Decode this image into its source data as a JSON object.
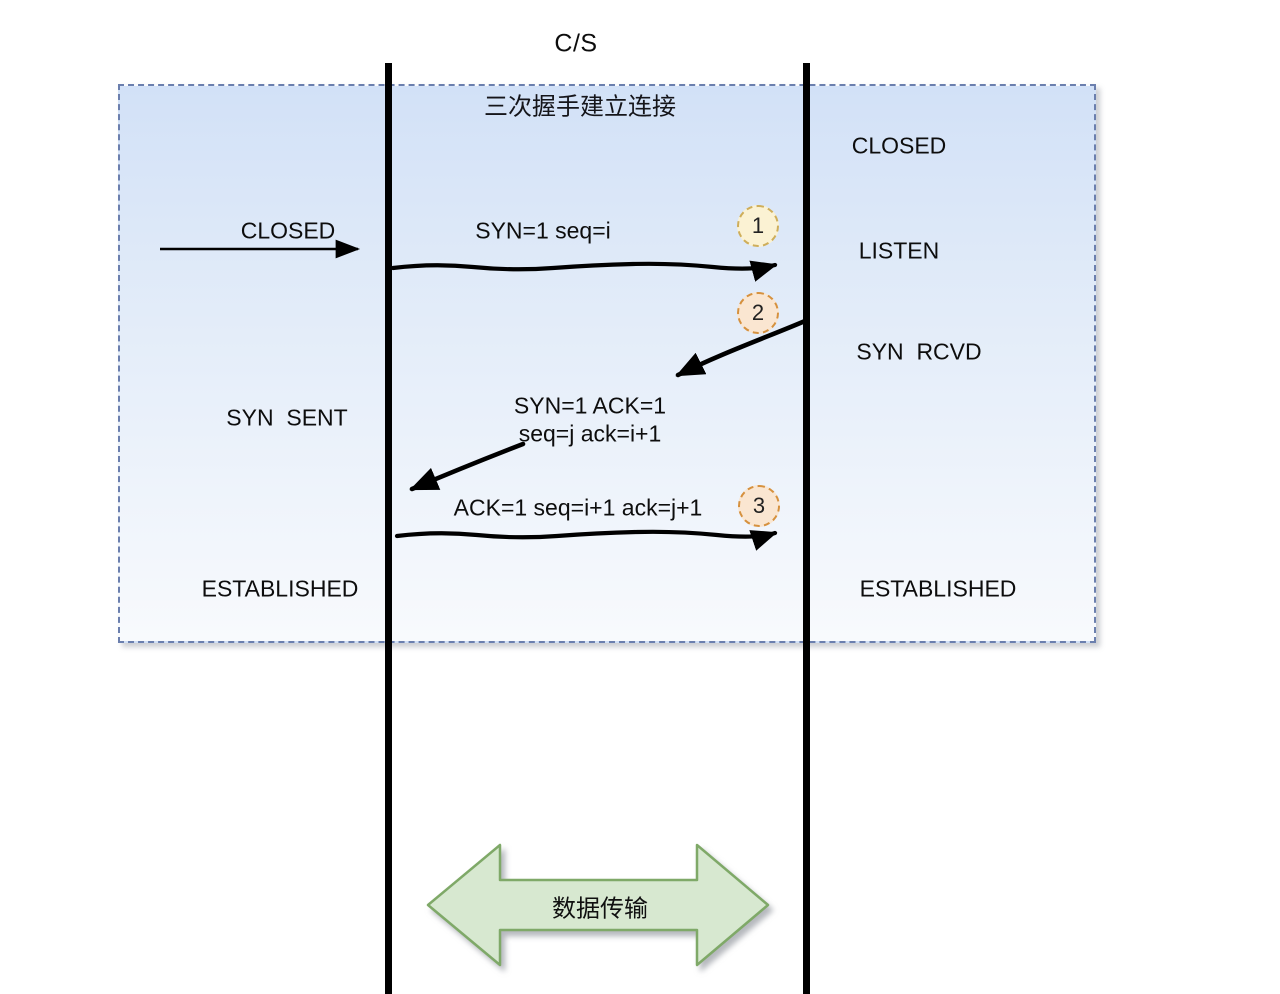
{
  "header": {
    "title": "C/S"
  },
  "handshake_box": {
    "title": "三次握手建立连接",
    "client_states": {
      "closed": "CLOSED",
      "syn_sent": "SYN  SENT",
      "established": "ESTABLISHED"
    },
    "server_states": {
      "closed": "CLOSED",
      "listen": "LISTEN",
      "syn_rcvd": "SYN  RCVD",
      "established": "ESTABLISHED"
    },
    "messages": [
      {
        "step": "1",
        "label": "SYN=1 seq=i"
      },
      {
        "step": "2",
        "label": "SYN=1 ACK=1\nseq=j ack=i+1"
      },
      {
        "step": "3",
        "label": "ACK=1 seq=i+1 ack=j+1"
      }
    ]
  },
  "data_transfer": {
    "label": "数据传输"
  },
  "colors": {
    "box_border": "#6b7fae",
    "box_fill_top": "#d2e1f7",
    "box_fill_bottom": "#f8fafd",
    "step1_fill": "#fbf2d3",
    "step1_border": "#cfae5a",
    "step23_fill": "#fae6d1",
    "step23_border": "#d6913e",
    "lifeline": "#000000",
    "arrow": "#000000",
    "green_fill": "#d7e8d0",
    "green_stroke": "#7fa968"
  }
}
